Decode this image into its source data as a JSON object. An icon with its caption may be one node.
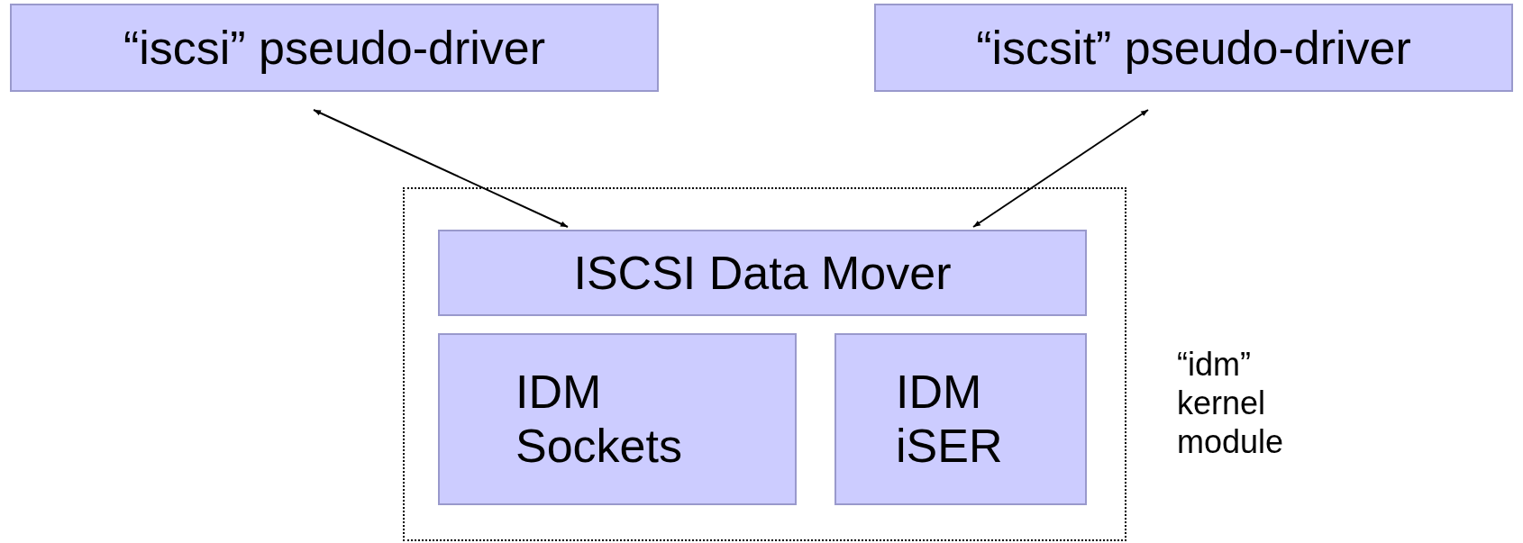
{
  "diagram": {
    "nodes": [
      {
        "text": [
          "“iscsi” pseudo-driver"
        ]
      },
      {
        "text": [
          "“iscsit” pseudo-driver"
        ]
      },
      {
        "text": [],
        "shape": "box",
        "beside": [
          "“idm” kernel module"
        ]
      },
      {
        "text": [
          "ISCSI Data Mover"
        ],
        "in": 2
      },
      {
        "text": [
          "IDM Sockets"
        ],
        "in": 2
      },
      {
        "text": [
          "IDM iSER"
        ],
        "in": 2
      }
    ],
    "edges": [
      {
        "from": 0,
        "to": 3,
        "arrow": "both"
      },
      {
        "from": 1,
        "to": 3,
        "arrow": "both"
      }
    ]
  }
}
